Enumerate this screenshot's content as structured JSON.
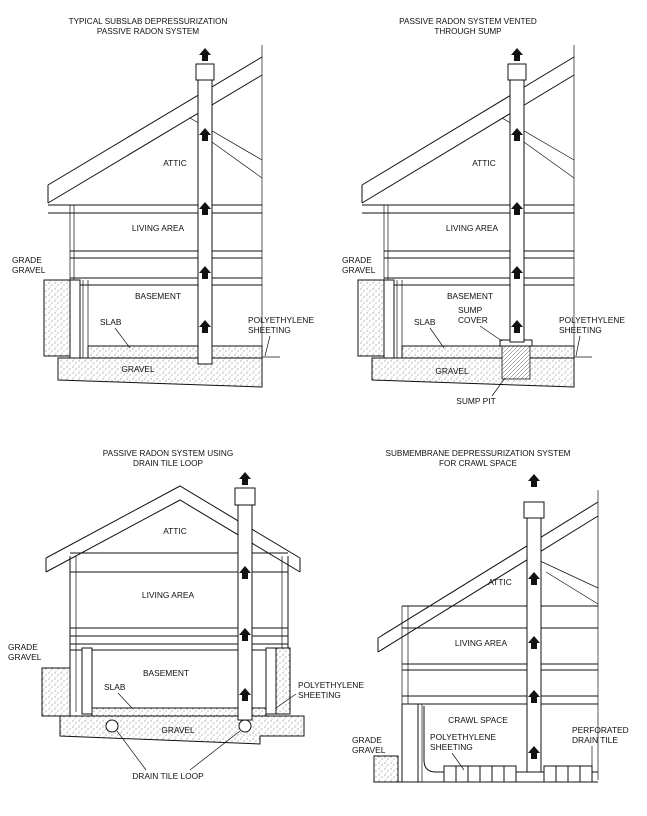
{
  "panels": [
    {
      "title_line1": "TYPICAL SUBSLAB DEPRESSURIZATION",
      "title_line2": "PASSIVE RADON SYSTEM",
      "attic": "ATTIC",
      "living": "LIVING AREA",
      "basement": "BASEMENT",
      "grade": "GRADE",
      "gravel_left": "GRAVEL",
      "slab": "SLAB",
      "poly1": "POLYETHYLENE",
      "poly2": "SHEETING",
      "gravel": "GRAVEL"
    },
    {
      "title_line1": "PASSIVE RADON SYSTEM VENTED",
      "title_line2": "THROUGH SUMP",
      "attic": "ATTIC",
      "living": "LIVING AREA",
      "basement": "BASEMENT",
      "grade": "GRADE",
      "gravel_left": "GRAVEL",
      "slab": "SLAB",
      "sump1": "SUMP",
      "sump2": "COVER",
      "poly1": "POLYETHYLENE",
      "poly2": "SHEETING",
      "gravel": "GRAVEL",
      "sump_pit": "SUMP PIT"
    },
    {
      "title_line1": "PASSIVE RADON SYSTEM USING",
      "title_line2": "DRAIN TILE LOOP",
      "attic": "ATTIC",
      "living": "LIVING AREA",
      "basement": "BASEMENT",
      "grade": "GRADE",
      "gravel_left": "GRAVEL",
      "slab": "SLAB",
      "poly1": "POLYETHYLENE",
      "poly2": "SHEETING",
      "gravel": "GRAVEL",
      "drain_loop": "DRAIN TILE LOOP"
    },
    {
      "title_line1": "SUBMEMBRANE DEPRESSURIZATION SYSTEM",
      "title_line2": "FOR CRAWL SPACE",
      "attic": "ATTIC",
      "living": "LIVING AREA",
      "crawl": "CRAWL SPACE",
      "grade": "GRADE",
      "gravel_left": "GRAVEL",
      "poly1": "POLYETHYLENE",
      "poly2": "SHEETING",
      "perf1": "PERFORATED",
      "perf2": "DRAIN TILE"
    }
  ]
}
